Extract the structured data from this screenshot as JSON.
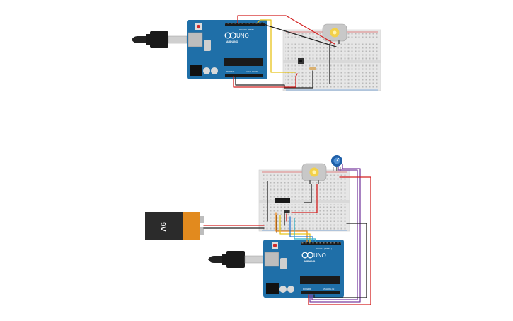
{
  "circuit_1": {
    "arduino": {
      "model_label": "UNO",
      "brand_label": "ARDUINO",
      "digital_label": "DIGITAL (PWM~)",
      "analog_label": "ANALOG IN",
      "power_label": "POWER"
    }
  },
  "circuit_2": {
    "arduino": {
      "model_label": "UNO",
      "brand_label": "ARDUINO",
      "digital_label": "DIGITAL (PWM~)",
      "analog_label": "ANALOG IN",
      "power_label": "POWER"
    },
    "battery": {
      "voltage_label": "9V"
    }
  },
  "colors": {
    "arduino_board": "#1f6fa8",
    "breadboard": "#e6e6e6",
    "battery_body": "#2b2b2b",
    "battery_cap": "#e28a1e",
    "wire_red": "#d32020",
    "wire_black": "#222222",
    "wire_yellow": "#e8c31a",
    "wire_orange": "#f08a1a",
    "wire_blue": "#2a7bd6",
    "wire_purple": "#7a3fa0",
    "wire_cyan": "#2fb3c9",
    "motor_body": "#c8c8c8",
    "motor_shaft": "#f3d14a",
    "pot_knob": "#1e5fa8"
  }
}
